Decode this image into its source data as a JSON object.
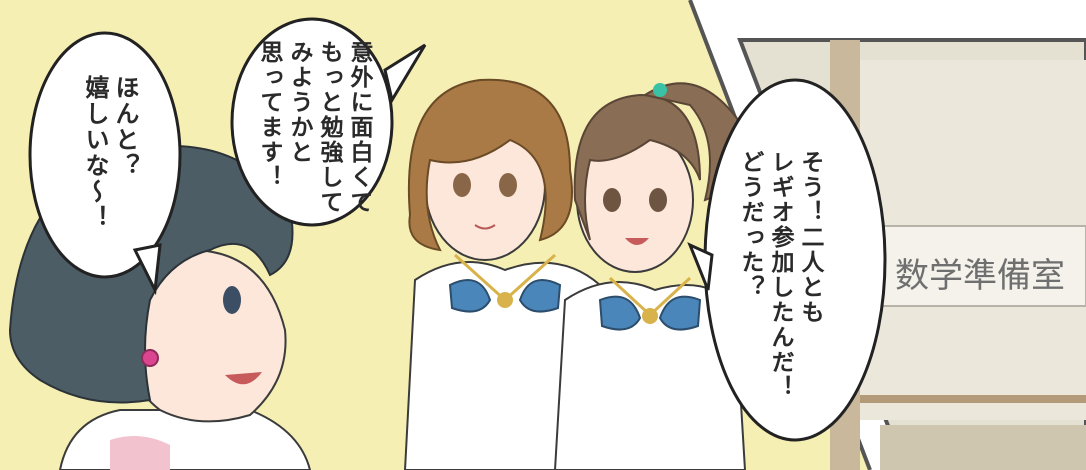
{
  "panel": {
    "bubbles": [
      {
        "id": "speaker-left",
        "lines": [
          "ほんと？",
          "嬉しいな〜！"
        ]
      },
      {
        "id": "speaker-middle",
        "lines": [
          "意外に面白くて",
          "もっと勉強して",
          "みようかと",
          "思ってます！"
        ]
      },
      {
        "id": "speaker-right",
        "lines": [
          "そう！二人とも",
          "レギオ参加したんだ！",
          "どうだった？"
        ]
      }
    ],
    "sign": {
      "text": "数学準備室"
    }
  },
  "colors": {
    "panel_background": "#f6efb4",
    "room_wall": "#e4e0d2",
    "hair_dark": "#4d5d66",
    "hair_brown": "#a97a46",
    "hair_ponytail": "#8a6d55",
    "bow": "#4a86b9",
    "uniform": "#ffffff",
    "uniform_trim": "#d8b24a"
  }
}
